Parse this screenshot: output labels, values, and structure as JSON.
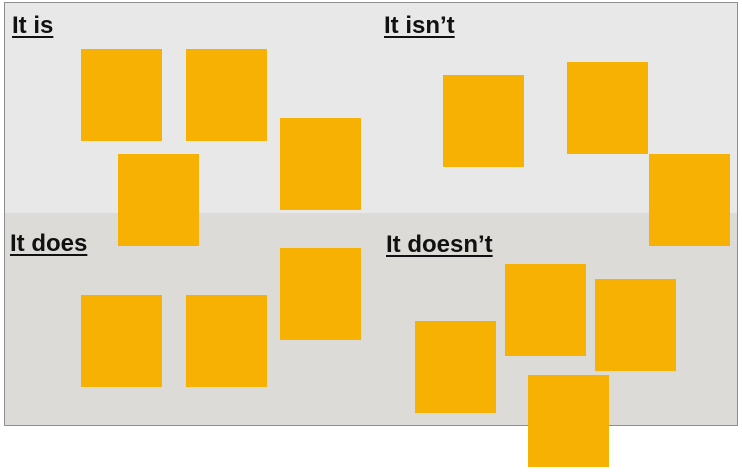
{
  "colors": {
    "top_quadrant_bg": "#e8e8e8",
    "bottom_quadrant_bg": "#dcdbd8",
    "sticky_note": "#f7b102",
    "label_text": "#111111"
  },
  "quadrants": [
    {
      "id": "is",
      "label": "It is"
    },
    {
      "id": "isnt",
      "label": "It isn’t"
    },
    {
      "id": "does",
      "label": "It does"
    },
    {
      "id": "doesnt",
      "label": "It doesn’t"
    }
  ],
  "sticky_note_counts": {
    "is": 4,
    "isnt": 3,
    "does": 3,
    "doesnt": 4
  }
}
